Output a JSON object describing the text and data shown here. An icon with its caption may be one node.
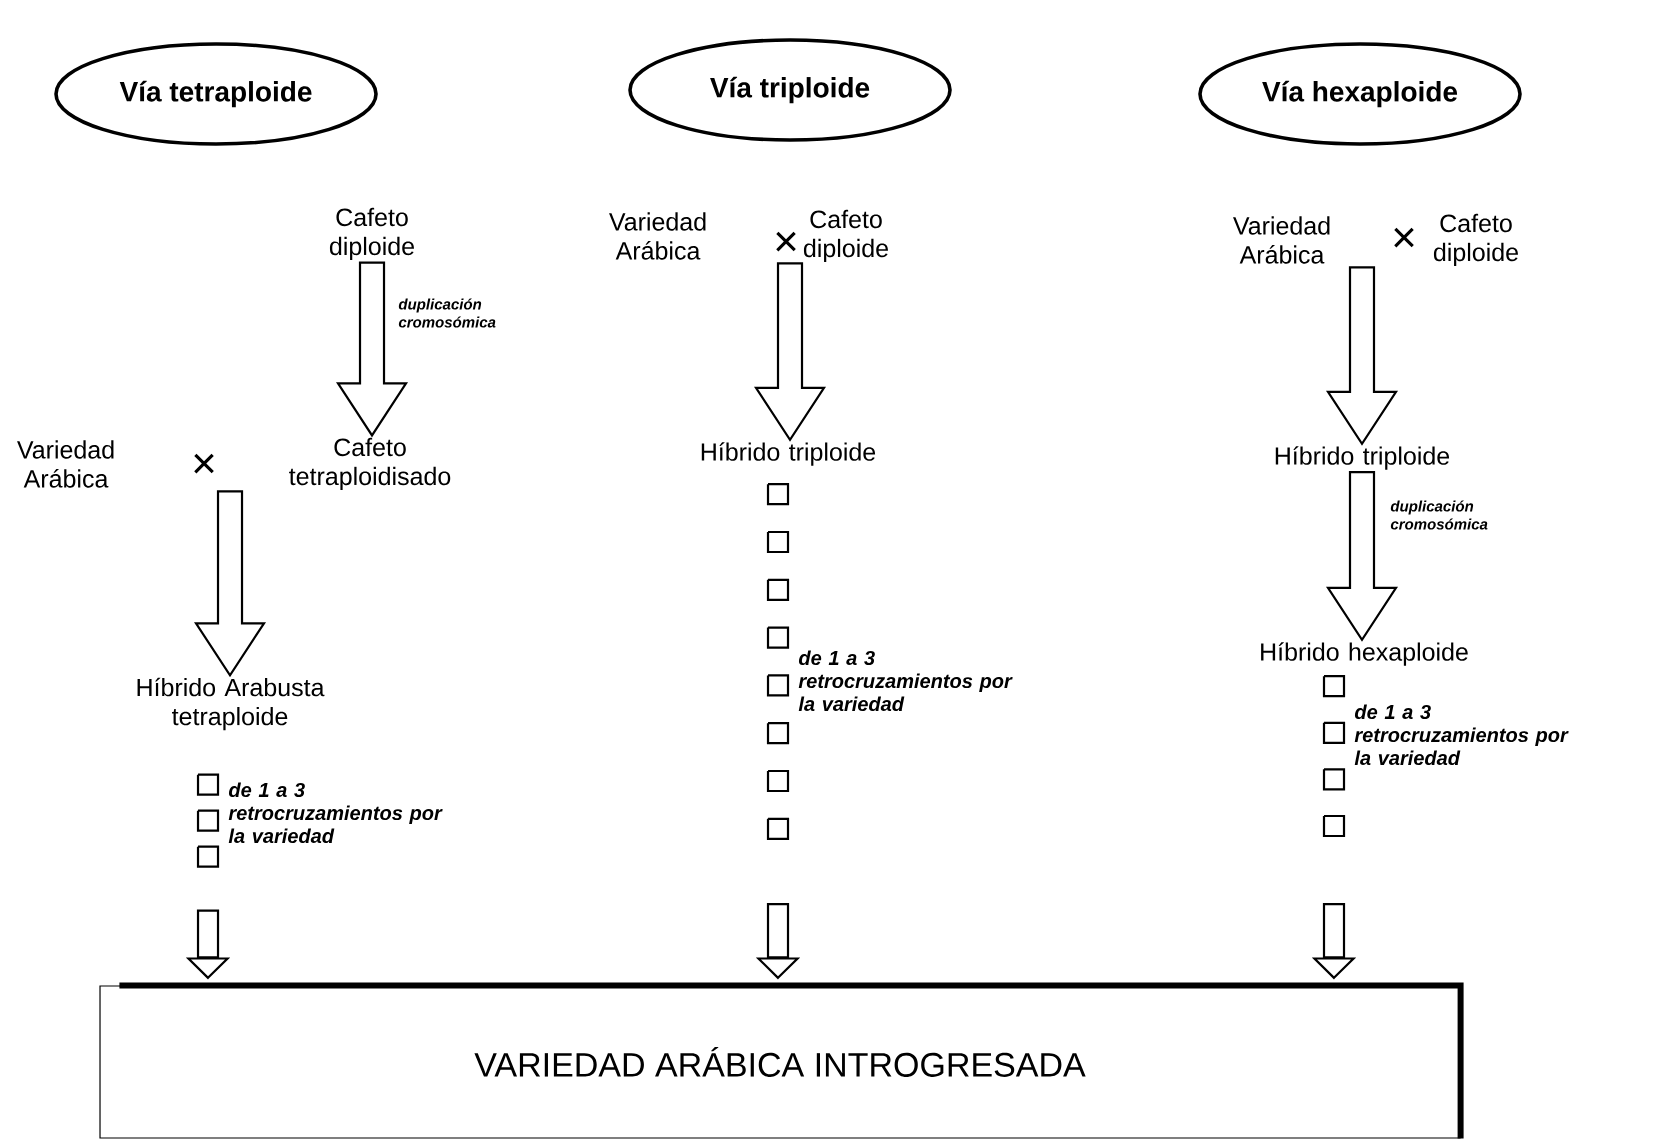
{
  "diagram": {
    "nodes": [
      {
        "text": [
          "Vía tetraploide"
        ]
      },
      {
        "text": [
          "Vía triploide"
        ]
      },
      {
        "text": [
          "Vía hexaploide"
        ]
      },
      {
        "text": [
          "Cafeto diploide"
        ]
      },
      {
        "text": [
          "Variedad Arábica"
        ]
      },
      {
        "text": [
          "Cafeto tetraploidisado"
        ]
      },
      {
        "text": [
          "Híbrido Arabusta tetraploide"
        ]
      },
      {
        "text": [
          "Variedad Arábica"
        ]
      },
      {
        "text": [
          "Cafeto diploide"
        ]
      },
      {
        "text": [
          "Híbrido triploide"
        ]
      },
      {
        "text": [
          "Variedad Arábica"
        ]
      },
      {
        "text": [
          "Cafeto diploide"
        ]
      },
      {
        "text": [
          "Híbrido triploide"
        ]
      },
      {
        "text": [
          "Híbrido hexaploide"
        ]
      },
      {
        "text": [
          "VARIEDAD ARÁBICA INTROGRESADA"
        ]
      }
    ],
    "edges": [
      {
        "from": 3,
        "to": 5,
        "arrow": "to",
        "label": "duplicación cromosómica"
      },
      {
        "from": 4,
        "to": 6,
        "arrow": "to"
      },
      {
        "from": 5,
        "to": 6,
        "arrow": "to"
      },
      {
        "from": 6,
        "to": 14,
        "arrow": "to",
        "label": "de 1 a 3 retrocruzamientos por la variedad"
      },
      {
        "from": 7,
        "to": 9,
        "arrow": "to"
      },
      {
        "from": 8,
        "to": 9,
        "arrow": "to"
      },
      {
        "from": 9,
        "to": 14,
        "arrow": "to",
        "label": "de 1 a 3 retrocruzamientos por la variedad"
      },
      {
        "from": 10,
        "to": 12,
        "arrow": "to"
      },
      {
        "from": 11,
        "to": 12,
        "arrow": "to"
      },
      {
        "from": 12,
        "to": 13,
        "arrow": "to",
        "label": "duplicación cromosómica"
      },
      {
        "from": 13,
        "to": 14,
        "arrow": "to",
        "label": "de 1 a 3 retrocruzamientos por la variedad"
      }
    ],
    "labels": [
      "×",
      "×",
      "×"
    ]
  }
}
